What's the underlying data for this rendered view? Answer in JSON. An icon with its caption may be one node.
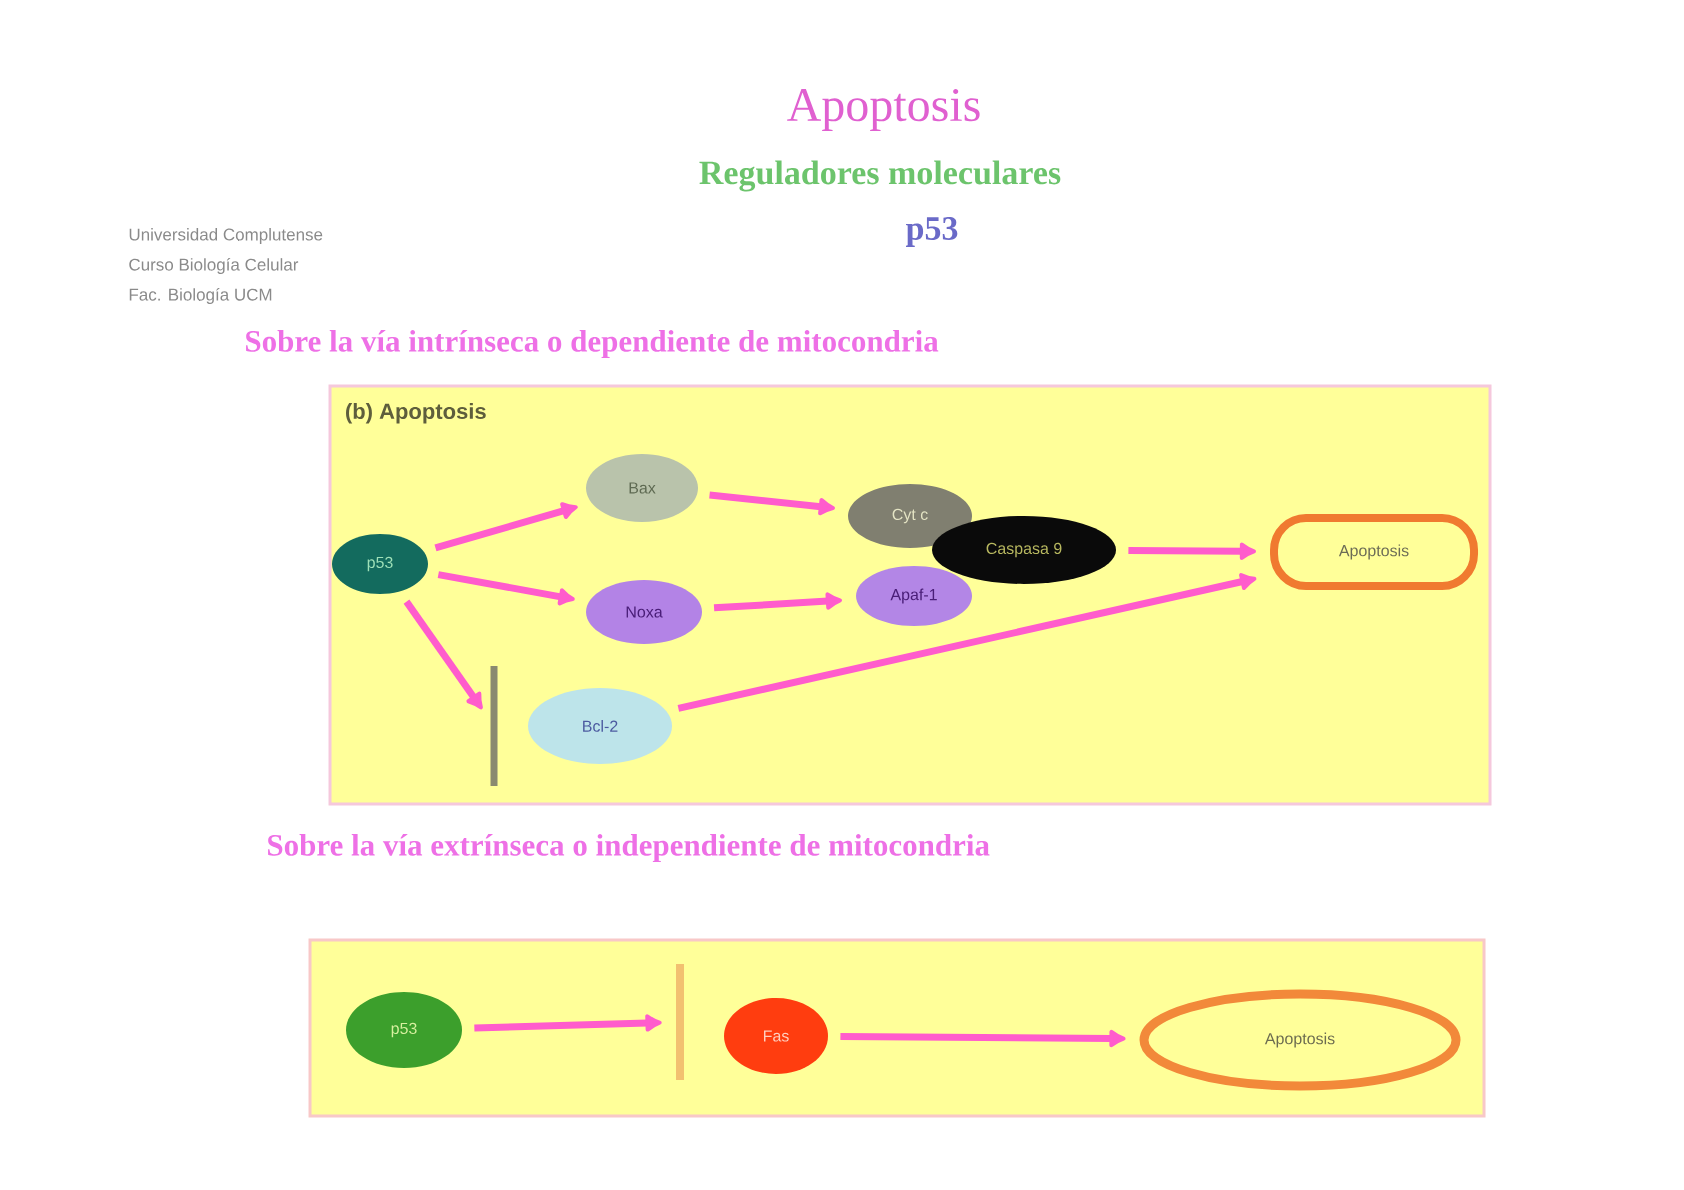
{
  "diagram": {
    "title": "Apoptosis",
    "nodes": [
      {
        "text": [
          "(b) Apoptosis"
        ]
      },
      {
        "text": [
          "p53"
        ],
        "in": 0
      },
      {
        "text": [
          "Bax"
        ],
        "in": 0
      },
      {
        "text": [
          "Noxa"
        ],
        "in": 0
      },
      {
        "text": [
          "Cyt c"
        ],
        "in": 0
      },
      {
        "text": [
          "Apaf-1"
        ],
        "in": 0
      },
      {
        "text": [
          "Caspasa 9"
        ],
        "in": 0
      },
      {
        "text": [
          "Apoptosis"
        ],
        "in": 0
      },
      {
        "text": [],
        "shape": "bar",
        "in": 0
      },
      {
        "text": [
          "Bcl-2"
        ],
        "in": 0
      },
      {
        "text": [],
        "shape": "box"
      },
      {
        "text": [
          "p53"
        ],
        "in": 10
      },
      {
        "text": [],
        "shape": "bar",
        "in": 10
      },
      {
        "text": [
          "Fas"
        ],
        "in": 10
      },
      {
        "text": [
          "Apoptosis"
        ],
        "in": 10
      }
    ],
    "edges": [
      {
        "from": 1,
        "to": 2,
        "arrow": "to"
      },
      {
        "from": 1,
        "to": 3,
        "arrow": "to"
      },
      {
        "from": 2,
        "to": 4,
        "arrow": "to"
      },
      {
        "from": 3,
        "to": 5,
        "arrow": "to"
      },
      {
        "from": 6,
        "to": 7,
        "arrow": "to"
      },
      {
        "from": 1,
        "to": 8,
        "arrow": "to"
      },
      {
        "from": 9,
        "to": 7,
        "arrow": "to"
      },
      {
        "from": 11,
        "to": 12,
        "arrow": "to"
      },
      {
        "from": 13,
        "to": 14,
        "arrow": "to"
      }
    ],
    "labels": [
      "Reguladores moleculares",
      "p53",
      "Universidad Complutense",
      "Curso Biología Celular",
      "Fac. Biología UCM",
      "Sobre la vía intrínseca o dependiente de mitocondria",
      "Sobre la vía extrínseca o independiente de mitocondria"
    ]
  }
}
